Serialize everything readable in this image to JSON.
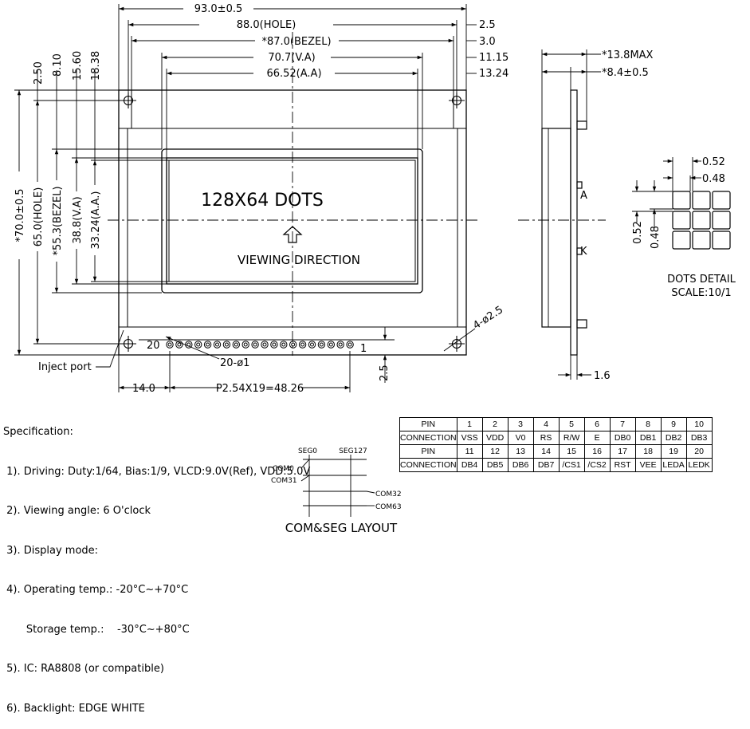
{
  "drawing": {
    "dim_width_total": "93.0±0.5",
    "dim_hole_w": "88.0(HOLE)",
    "dim_bezel_w": "*87.0(BEZEL)",
    "dim_va_w": "70.7(V.A)",
    "dim_aa_w": "66.52(A.A)",
    "dim_r_2_5": "2.5",
    "dim_r_3_0": "3.0",
    "dim_r_11_15": "11.15",
    "dim_r_13_24": "13.24",
    "dim_top_2_50": "2.50",
    "dim_top_8_10": "8.10",
    "dim_top_15_60": "15.60",
    "dim_top_18_38": "18.38",
    "dim_h_total": "*70.0±0.5",
    "dim_h_hole": "65.0(HOLE)",
    "dim_h_bezel": "*55.3(BEZEL)",
    "dim_h_va": "38.8(V.A)",
    "dim_h_aa": "33.24(A.A.)",
    "screen_text": "128X64 DOTS",
    "viewing_direction": "VIEWING DIRECTION",
    "pin_20": "20",
    "pin_1": "1",
    "pin_hole": "20-ø1",
    "mount_hole": "4-ø2.5",
    "inject_port": "Inject port",
    "dim_14": "14.0",
    "dim_pitch": "P2.54X19=48.26",
    "dim_2_5_bottom": "2.5",
    "side_13_8": "*13.8MAX",
    "side_8_4": "*8.4±0.5",
    "side_1_6": "1.6",
    "side_a": "A",
    "side_k": "K",
    "dots_0_52_h": "0.52",
    "dots_0_48_h": "0.48",
    "dots_0_52_v": "0.52",
    "dots_0_48_v": "0.48",
    "dots_title": "DOTS DETAIL",
    "dots_scale": "SCALE:10/1"
  },
  "spec": {
    "title": "Specification:",
    "lines": [
      " 1). Driving: Duty:1/64, Bias:1/9, VLCD:9.0V(Ref), VDD:5.0V",
      " 2). Viewing angle: 6 O'clock",
      " 3). Display mode:",
      " 4). Operating temp.: -20°C~+70°C",
      "       Storage temp.:    -30°C~+80°C",
      " 5). IC: RA8808 (or compatible)",
      " 6). Backlight: EDGE WHITE"
    ]
  },
  "layout": {
    "seg0": "SEG0",
    "seg127": "SEG127",
    "com0": "COM0",
    "com31": "COM31",
    "com32": "COM32",
    "com63": "COM63",
    "title": "COM&SEG LAYOUT"
  },
  "pin_table": {
    "pin_label": "PIN",
    "conn_label": "CONNECTION",
    "pins_row1": [
      "1",
      "2",
      "3",
      "4",
      "5",
      "6",
      "7",
      "8",
      "9",
      "10"
    ],
    "conn_row1": [
      "VSS",
      "VDD",
      "V0",
      "RS",
      "R/W",
      "E",
      "DB0",
      "DB1",
      "DB2",
      "DB3"
    ],
    "pins_row2": [
      "11",
      "12",
      "13",
      "14",
      "15",
      "16",
      "17",
      "18",
      "19",
      "20"
    ],
    "conn_row2": [
      "DB4",
      "DB5",
      "DB6",
      "DB7",
      "/CS1",
      "/CS2",
      "RST",
      "VEE",
      "LEDA",
      "LEDK"
    ]
  }
}
